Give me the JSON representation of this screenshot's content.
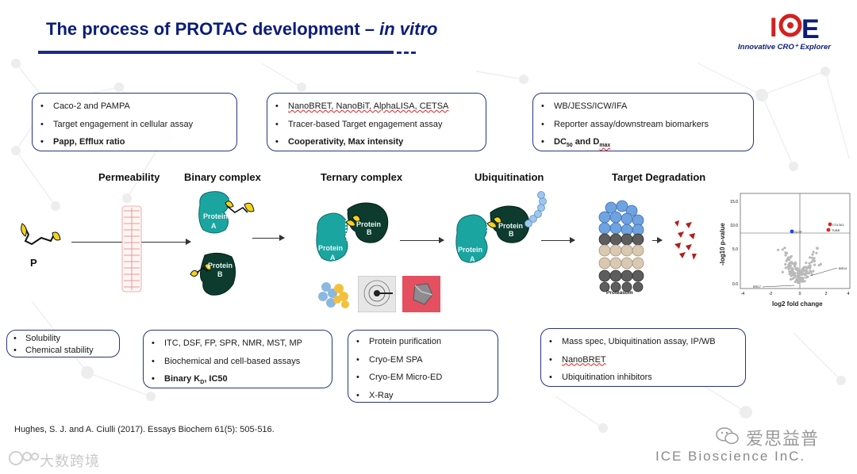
{
  "header": {
    "title_main": "The process of PROTAC development –",
    "title_italic": "in vitro"
  },
  "logo": {
    "mark": "ICE",
    "tagline": "Innovative CRO⁺ Explorer",
    "colors": {
      "red": "#d42020",
      "blue": "#0a1d7a"
    }
  },
  "top_boxes": [
    {
      "items": [
        "Caco-2 and PAMPA",
        "Target engagement in cellular assay",
        "Papp, Efflux ratio"
      ]
    },
    {
      "items": [
        "NanoBRET, NanoBiT, AlphaLISA, CETSA",
        "Tracer-based Target engagement assay",
        "Cooperativity, Max intensity"
      ]
    },
    {
      "items": [
        "WB/JESS/ICW/IFA",
        "Reporter assay/downstream biomarkers"
      ],
      "dc": {
        "dc": "DC",
        "dc_sub": "50",
        "and": " and ",
        "d": "D",
        "d_sub": "max"
      }
    }
  ],
  "stages": [
    "Permeability",
    "Binary complex",
    "Ternary complex",
    "Ubiquitination",
    "Target Degradation"
  ],
  "molecules": {
    "p_label": "P",
    "protein_a": [
      "Protein",
      "A"
    ],
    "protein_b": [
      "Protein",
      "B"
    ],
    "proteasome_label": "Proteasom"
  },
  "volcano": {
    "ylabel": "-log10 p-value",
    "xlabel": "log2 fold change",
    "yticks": [
      "15.0",
      "10.0",
      "5.0",
      "0.0"
    ],
    "xticks": [
      "-4",
      "-2",
      "0",
      "2",
      "4"
    ],
    "annotations": [
      "COL3A1",
      "TUBB",
      "GLTP",
      "BRD4",
      "BRD7"
    ],
    "colors": {
      "gray": "#b9b9b9",
      "red": "#e0241b",
      "blue": "#1f3ff0"
    }
  },
  "bottom_boxes": [
    {
      "items": [
        "Solubility",
        "Chemical stability"
      ]
    },
    {
      "items": [
        "ITC, DSF, FP, SPR, NMR, MST, MP",
        "Biochemical and cell-based assays"
      ],
      "kd": {
        "pre": "Binary K",
        "sub": "D",
        "post": ", IC50"
      }
    },
    {
      "items": [
        "Protein purification",
        "Cryo-EM SPA",
        "Cryo-EM Micro-ED",
        "X-Ray"
      ]
    },
    {
      "items": [
        "Mass spec, Ubiquitination assay, IP/WB",
        "NanoBRET",
        "Ubiquitination inhibitors"
      ]
    }
  ],
  "reference": "Hughes, S. J. and A. Ciulli (2017).  Essays Biochem 61(5): 505-516.",
  "watermarks": {
    "wechat_name": "爱思益普",
    "company": "ICE Bioscience InC.",
    "source": "大数跨境"
  },
  "theme": {
    "navy": "#0a1d7a",
    "teal": "#1aa5a0",
    "dark_green": "#0d3b2e",
    "ligand_yellow": "#f2d41c",
    "ub_blue": "#7cb1e6"
  }
}
